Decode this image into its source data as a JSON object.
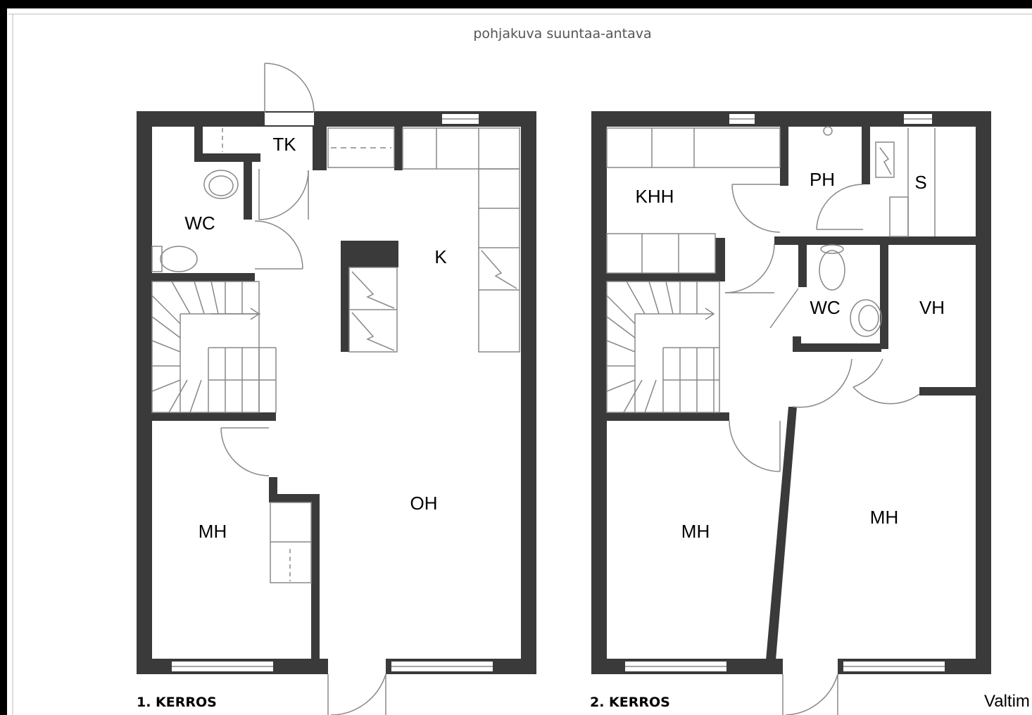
{
  "title": "pohjakuva suuntaa-antava",
  "brand": "Valtim",
  "floors": [
    {
      "label": "1. KERROS",
      "rooms": {
        "tk": "TK",
        "wc": "WC",
        "k": "K",
        "oh": "OH",
        "mh": "MH"
      }
    },
    {
      "label": "2. KERROS",
      "rooms": {
        "khh": "KHH",
        "ph": "PH",
        "s": "S",
        "wc": "WC",
        "vh": "VH",
        "mh_left": "MH",
        "mh_right": "MH"
      }
    }
  ],
  "colors": {
    "wall": "#3a3a3a",
    "line": "#888888",
    "frame": "#000000"
  }
}
